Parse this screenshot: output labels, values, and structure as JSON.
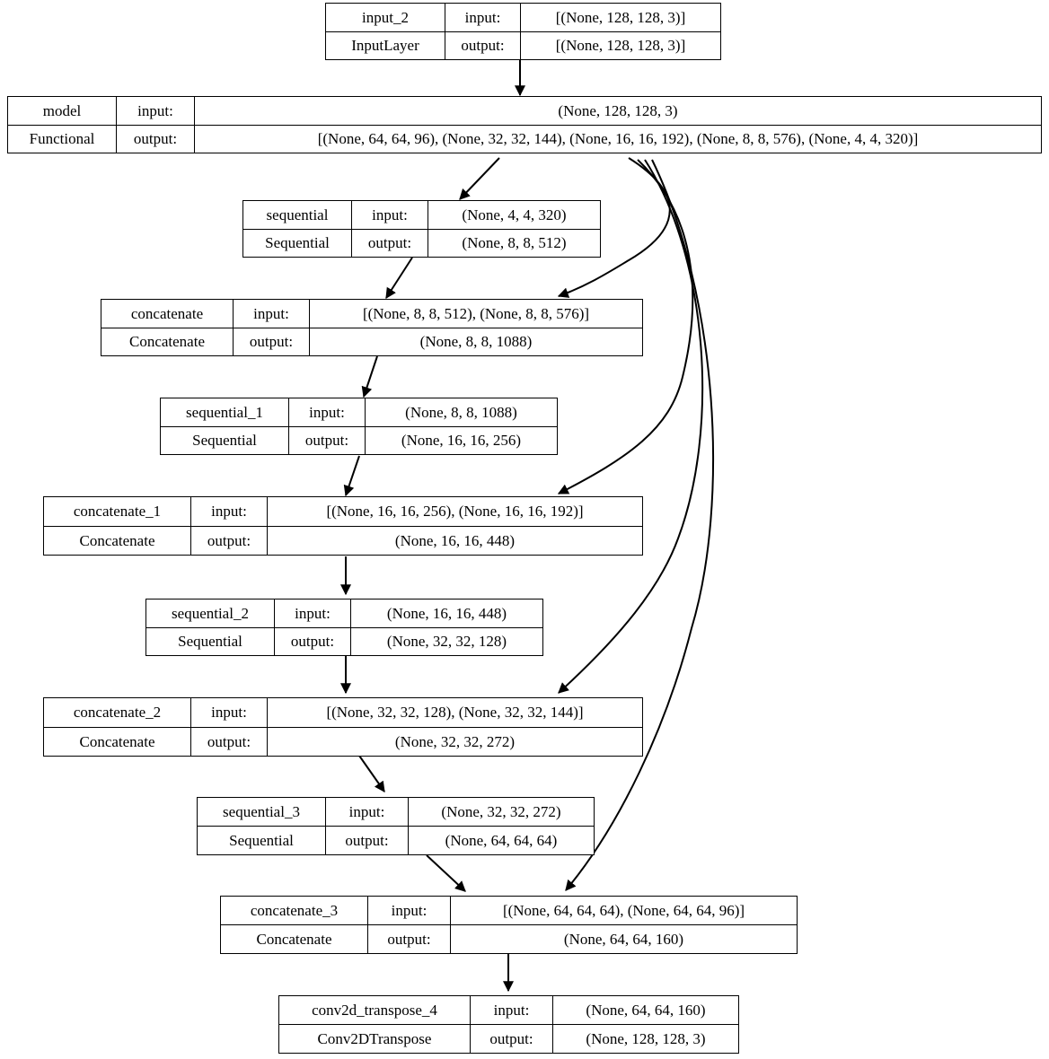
{
  "diagram": {
    "type": "keras-model-plot",
    "title": "Keras model architecture graph",
    "background": "#ffffff",
    "line_color": "#000000",
    "labels": {
      "input": "input:",
      "output": "output:"
    },
    "nodes": [
      {
        "id": "input_2",
        "name": "input_2",
        "class_name": "InputLayer",
        "input_shape": "[(None, 128, 128, 3)]",
        "output_shape": "[(None, 128, 128, 3)]",
        "merged_output": false
      },
      {
        "id": "model",
        "name": "model",
        "class_name": "Functional",
        "input_shape": "(None, 128, 128, 3)",
        "output_shape": "[(None, 64, 64, 96), (None, 32, 32, 144), (None, 16, 16, 192), (None, 8, 8, 576), (None, 4, 4, 320)]",
        "merged_output": false
      },
      {
        "id": "sequential",
        "name": "sequential",
        "class_name": "Sequential",
        "input_shape": "(None, 4, 4, 320)",
        "output_shape": "(None, 8, 8, 512)",
        "merged_output": false
      },
      {
        "id": "concatenate",
        "name": "concatenate",
        "class_name": "Concatenate",
        "input_shape": "[(None, 8, 8, 512), (None, 8, 8, 576)]",
        "output_shape": "(None, 8, 8, 1088)",
        "merged_output": true
      },
      {
        "id": "sequential_1",
        "name": "sequential_1",
        "class_name": "Sequential",
        "input_shape": "(None, 8, 8, 1088)",
        "output_shape": "(None, 16, 16, 256)",
        "merged_output": false
      },
      {
        "id": "concatenate_1",
        "name": "concatenate_1",
        "class_name": "Concatenate",
        "input_shape": "[(None, 16, 16, 256), (None, 16, 16, 192)]",
        "output_shape": "(None, 16, 16, 448)",
        "merged_output": true
      },
      {
        "id": "sequential_2",
        "name": "sequential_2",
        "class_name": "Sequential",
        "input_shape": "(None, 16, 16, 448)",
        "output_shape": "(None, 32, 32, 128)",
        "merged_output": false
      },
      {
        "id": "concatenate_2",
        "name": "concatenate_2",
        "class_name": "Concatenate",
        "input_shape": "[(None, 32, 32, 128), (None, 32, 32, 144)]",
        "output_shape": "(None, 32, 32, 272)",
        "merged_output": true
      },
      {
        "id": "sequential_3",
        "name": "sequential_3",
        "class_name": "Sequential",
        "input_shape": "(None, 32, 32, 272)",
        "output_shape": "(None, 64, 64, 64)",
        "merged_output": false
      },
      {
        "id": "concatenate_3",
        "name": "concatenate_3",
        "class_name": "Concatenate",
        "input_shape": "[(None, 64, 64, 64), (None, 64, 64, 96)]",
        "output_shape": "(None, 64, 64, 160)",
        "merged_output": true
      },
      {
        "id": "conv2d_transpose_4",
        "name": "conv2d_transpose_4",
        "class_name": "Conv2DTranspose",
        "input_shape": "(None, 64, 64, 160)",
        "output_shape": "(None, 128, 128, 3)",
        "merged_output": false
      }
    ],
    "edges": [
      {
        "from": "input_2",
        "to": "model",
        "style": "straight"
      },
      {
        "from": "model",
        "to": "sequential",
        "style": "diagonal"
      },
      {
        "from": "sequential",
        "to": "concatenate",
        "style": "diagonal"
      },
      {
        "from": "model",
        "to": "concatenate",
        "style": "curved-skip"
      },
      {
        "from": "concatenate",
        "to": "sequential_1",
        "style": "diagonal"
      },
      {
        "from": "sequential_1",
        "to": "concatenate_1",
        "style": "diagonal"
      },
      {
        "from": "model",
        "to": "concatenate_1",
        "style": "curved-skip"
      },
      {
        "from": "concatenate_1",
        "to": "sequential_2",
        "style": "straight"
      },
      {
        "from": "sequential_2",
        "to": "concatenate_2",
        "style": "straight"
      },
      {
        "from": "model",
        "to": "concatenate_2",
        "style": "curved-skip"
      },
      {
        "from": "concatenate_2",
        "to": "sequential_3",
        "style": "diagonal"
      },
      {
        "from": "sequential_3",
        "to": "concatenate_3",
        "style": "diagonal"
      },
      {
        "from": "model",
        "to": "concatenate_3",
        "style": "curved-skip"
      },
      {
        "from": "concatenate_3",
        "to": "conv2d_transpose_4",
        "style": "straight"
      }
    ]
  }
}
